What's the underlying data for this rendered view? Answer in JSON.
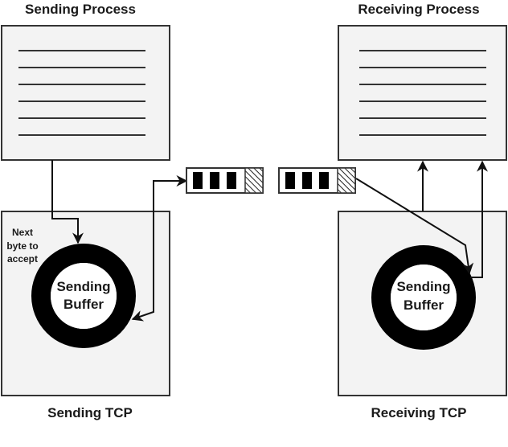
{
  "sender": {
    "process_title": "Sending Process",
    "tcp_title": "Sending TCP",
    "buffer_label_line1": "Sending",
    "buffer_label_line2": "Buffer",
    "note_line1": "Next",
    "note_line2": "byte to",
    "note_line3": "accept",
    "text_lines": 6
  },
  "receiver": {
    "process_title": "Receiving Process",
    "tcp_title": "Receiving TCP",
    "buffer_label_line1": "Sending",
    "buffer_label_line2": "Buffer",
    "text_lines": 6
  },
  "segments": [
    {
      "name": "outgoing-segment",
      "filled_cells": 3,
      "hatched_cells": 1
    },
    {
      "name": "incoming-segment",
      "filled_cells": 3,
      "hatched_cells": 1
    }
  ],
  "colors": {
    "box_fill": "#f3f3f3",
    "stroke": "#333333",
    "ring": "#000000",
    "text": "#1a1a1a"
  }
}
